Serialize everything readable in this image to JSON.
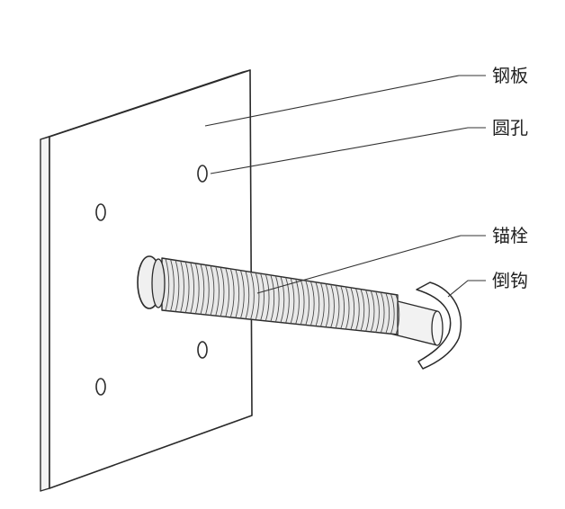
{
  "labels": {
    "steel_plate": "钢板",
    "hole": "圆孔",
    "anchor_bolt": "锚栓",
    "hook": "倒钩"
  },
  "colors": {
    "line": "#2a2a2a",
    "plate_face": "#ffffff",
    "plate_edge": "#f4f4f4",
    "bolt_shaft": "#f2f2f2",
    "thread": "#4a4a4a"
  }
}
